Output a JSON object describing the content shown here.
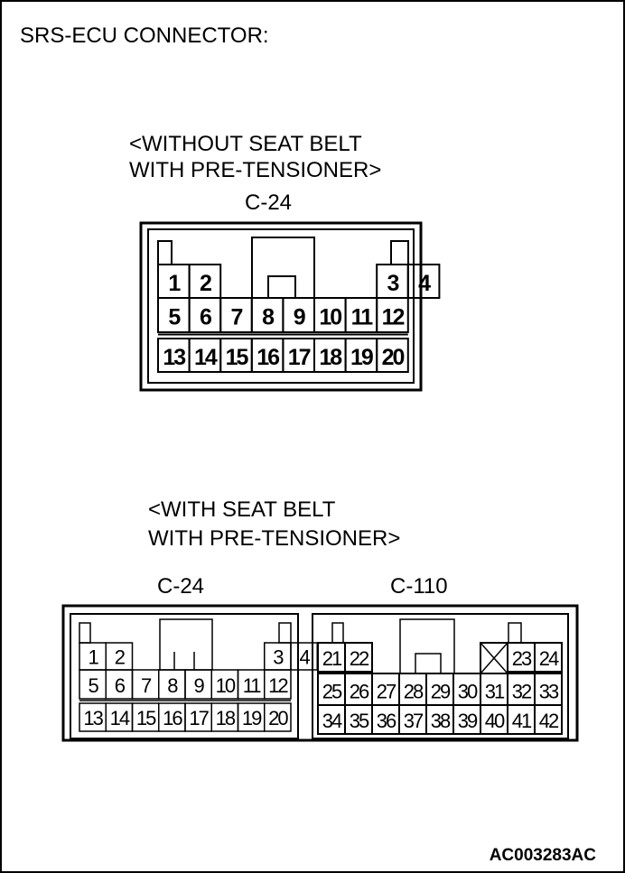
{
  "title": "SRS-ECU CONNECTOR:",
  "top": {
    "caption_line1": "<WITHOUT SEAT BELT",
    "caption_line2": "WITH PRE-TENSIONER>",
    "connector": "C-24",
    "pins": [
      "1",
      "2",
      "3",
      "4",
      "5",
      "6",
      "7",
      "8",
      "9",
      "10",
      "11",
      "12",
      "13",
      "14",
      "15",
      "16",
      "17",
      "18",
      "19",
      "20"
    ]
  },
  "bottom": {
    "caption_line1": "<WITH SEAT BELT",
    "caption_line2": "WITH PRE-TENSIONER>",
    "left_connector": "C-24",
    "right_connector": "C-110",
    "left_pins": [
      "1",
      "2",
      "3",
      "4",
      "5",
      "6",
      "7",
      "8",
      "9",
      "10",
      "11",
      "12",
      "13",
      "14",
      "15",
      "16",
      "17",
      "18",
      "19",
      "20"
    ],
    "right_pins": [
      "21",
      "22",
      "23",
      "24",
      "25",
      "26",
      "27",
      "28",
      "29",
      "30",
      "31",
      "32",
      "33",
      "34",
      "35",
      "36",
      "37",
      "38",
      "39",
      "40",
      "41",
      "42"
    ]
  },
  "figure_id": "AC003283AC"
}
